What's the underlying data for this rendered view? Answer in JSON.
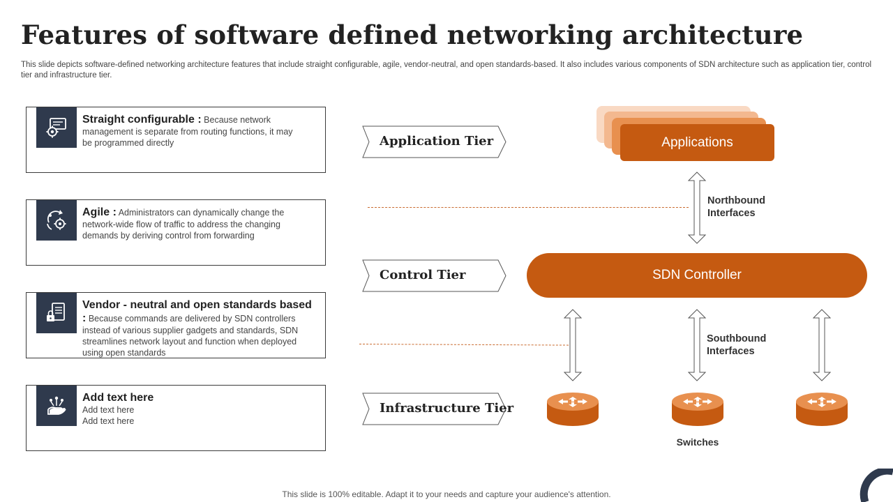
{
  "title": "Features of software defined networking architecture",
  "subtitle": "This slide depicts software-defined networking architecture features that include straight configurable, agile, vendor-neutral, and open standards-based. It also includes various components of SDN architecture such as application tier, control tier and infrastructure tier.",
  "features": [
    {
      "icon": "settings-monitor-icon",
      "head": "Straight configurable :",
      "lines": [
        "Because network",
        "management  is separate from routing functions, it may",
        "be programmed  directly"
      ]
    },
    {
      "icon": "cycle-gear-icon",
      "head": "Agile  :",
      "lines": [
        "Administrators can dynamically change the",
        "network-wide  flow of traffic to address the changing",
        "demands by deriving  control from forwarding"
      ]
    },
    {
      "icon": "document-lock-icon",
      "head": "Vendor - neutral and open standards based :",
      "lines": [
        "Because commands are delivered  by SDN controllers",
        "instead of various  supplier gadgets and standards, SDN",
        "streamlines network layout and function when deployed",
        "using open standards"
      ]
    },
    {
      "icon": "hand-network-icon",
      "head": "Add text here",
      "lines": [
        "Add text here",
        "Add text here"
      ]
    }
  ],
  "tiers": [
    "Application Tier",
    "Control Tier",
    "Infrastructure Tier"
  ],
  "diagram": {
    "applications": "Applications",
    "northbound": [
      "Northbound",
      "Interfaces"
    ],
    "controller": "SDN Controller",
    "southbound": [
      "Southbound",
      "Interfaces"
    ],
    "switches": "Switches"
  },
  "colors": {
    "accent": "#c55a11",
    "icon_bg": "#2f3a4d",
    "dash": "#c96a2e"
  },
  "footer": "This slide is 100% editable. Adapt it to your needs and capture your audience's attention."
}
